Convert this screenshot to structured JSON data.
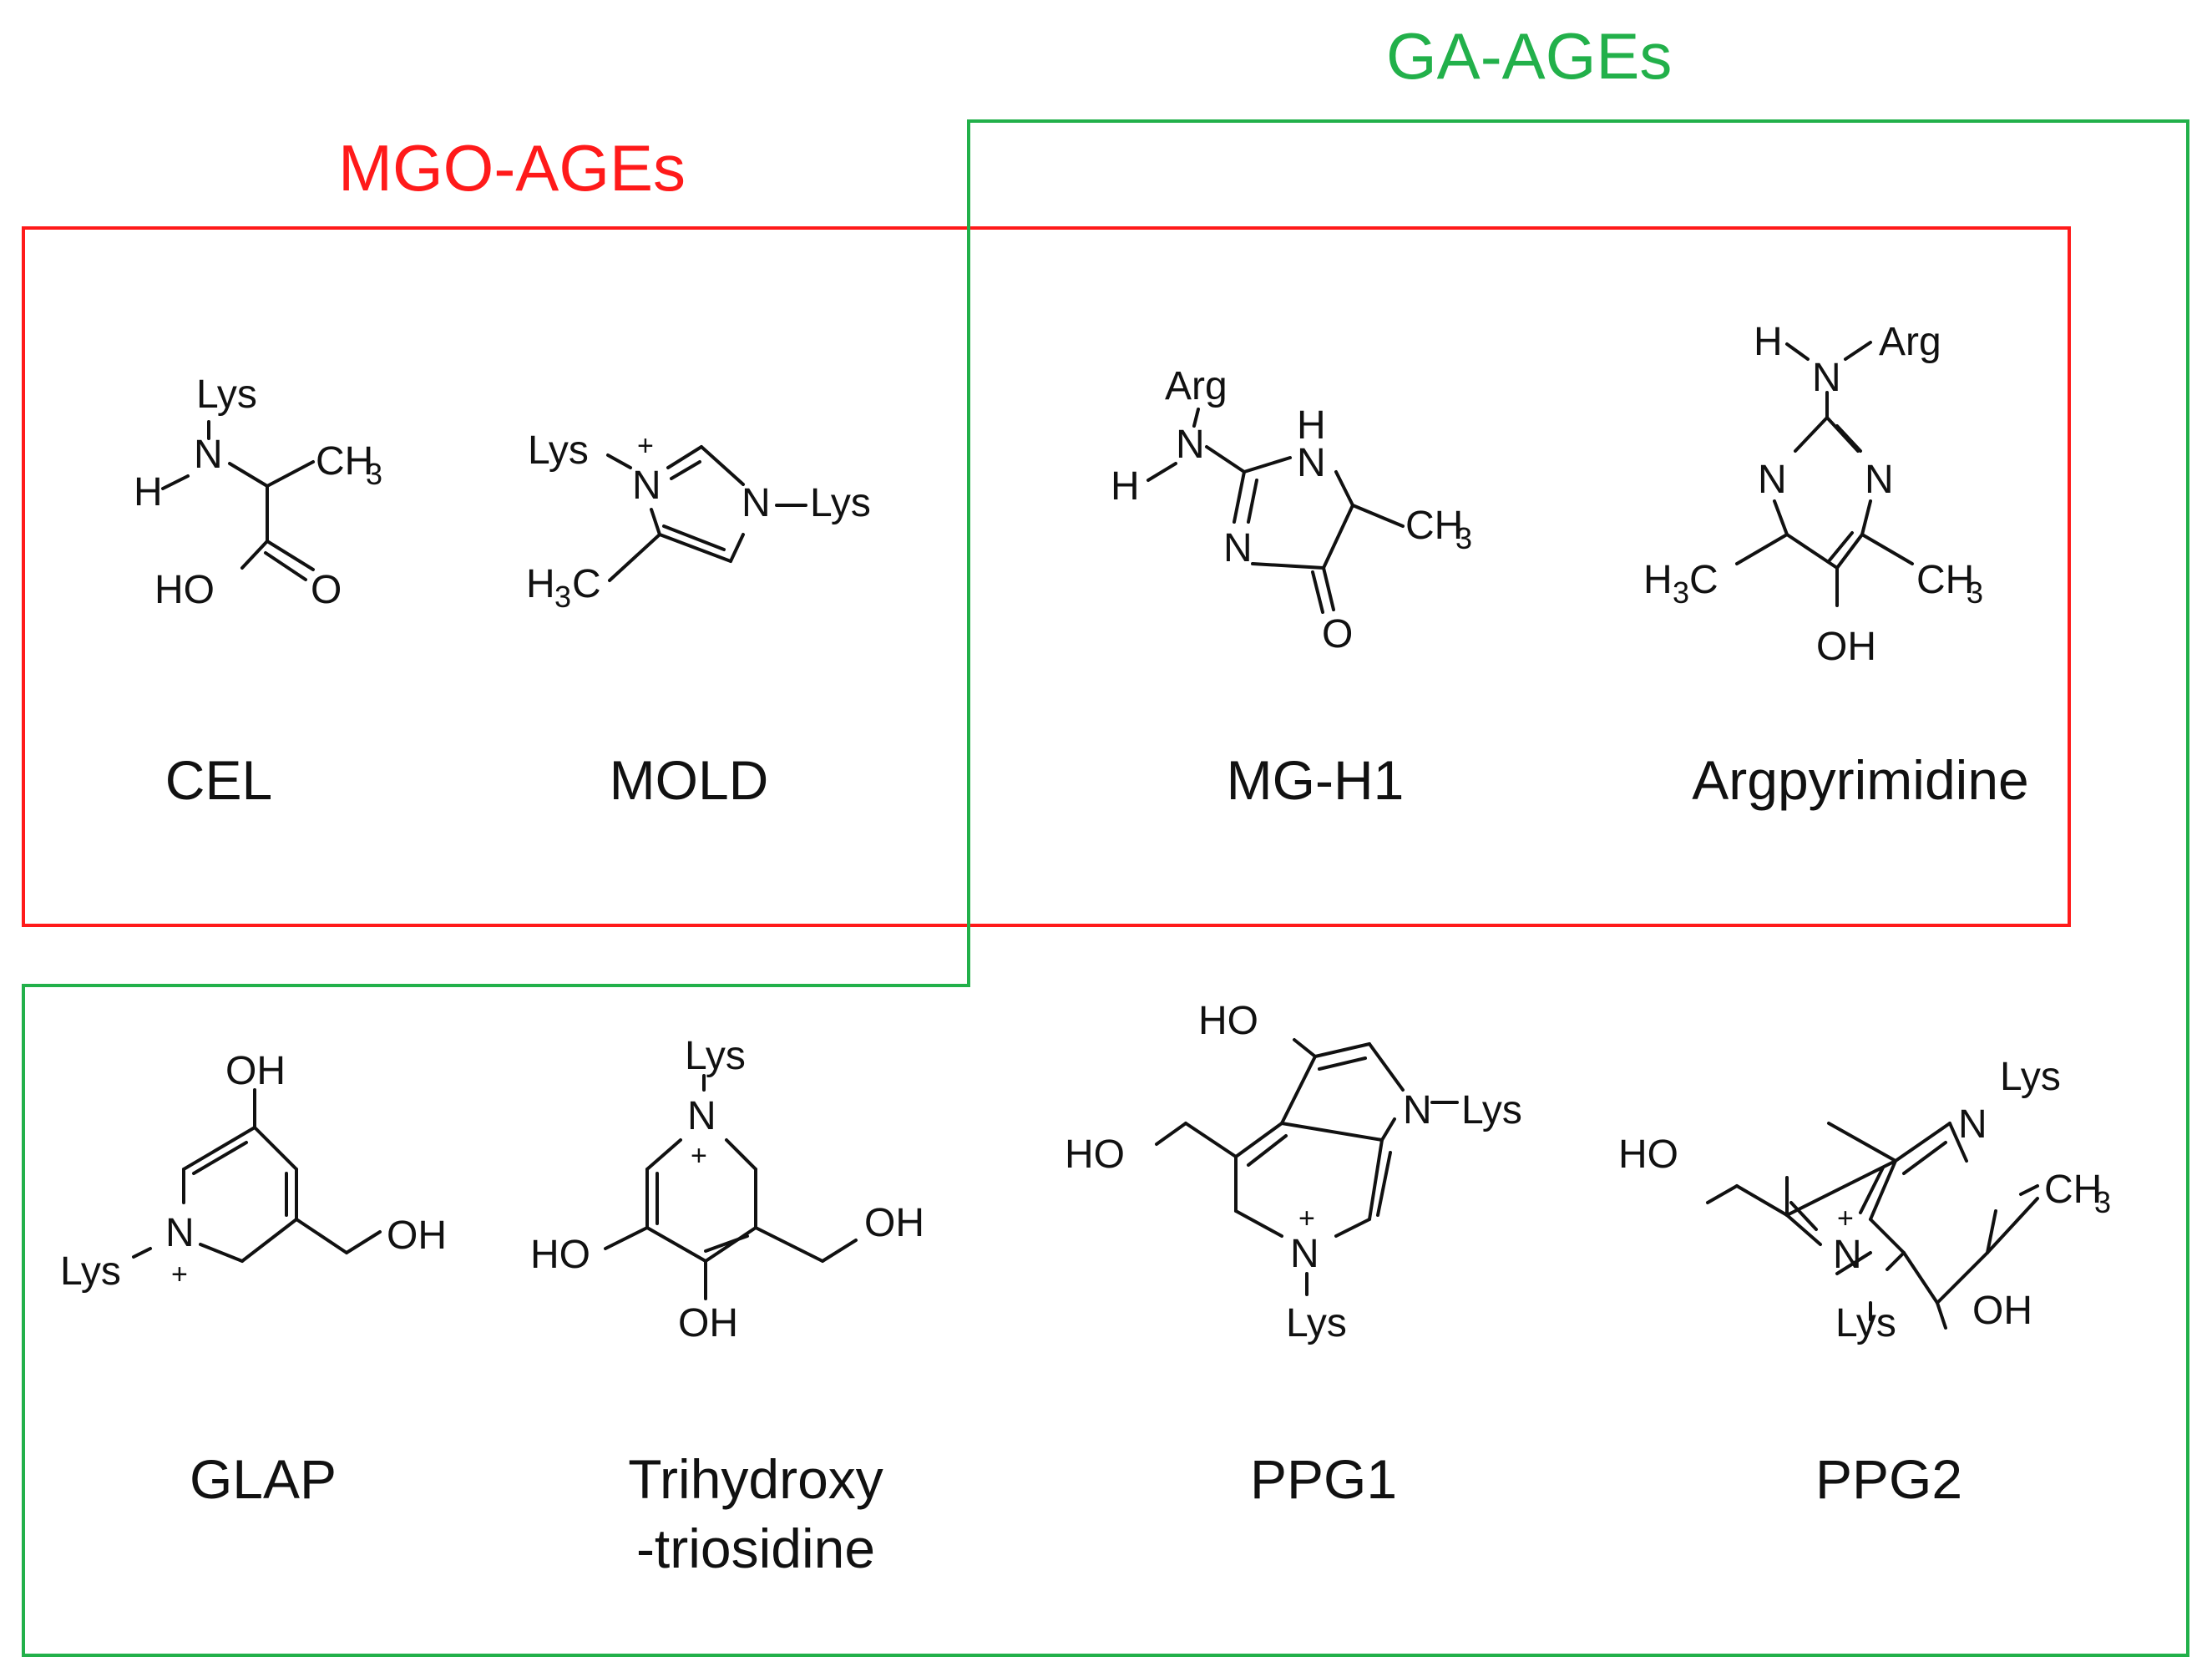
{
  "groups": {
    "mgo": {
      "label": "MGO-AGEs",
      "color": "#ff1a1a"
    },
    "ga": {
      "label": "GA-AGEs",
      "color": "#22b04a"
    }
  },
  "compounds": [
    {
      "id": "cel",
      "name": "CEL",
      "group": "MGO-AGEs"
    },
    {
      "id": "mold",
      "name": "MOLD",
      "group": "MGO-AGEs"
    },
    {
      "id": "mgh1",
      "name": "MG-H1",
      "group": "MGO-AGEs + GA-AGEs"
    },
    {
      "id": "argpyrimidine",
      "name": "Argpyrimidine",
      "group": "MGO-AGEs + GA-AGEs"
    },
    {
      "id": "glap",
      "name": "GLAP",
      "group": "GA-AGEs"
    },
    {
      "id": "tht",
      "name_line1": "Trihydroxy",
      "name_line2": "-triosidine",
      "group": "GA-AGEs"
    },
    {
      "id": "ppg1",
      "name": "PPG1",
      "group": "GA-AGEs"
    },
    {
      "id": "ppg2",
      "name": "PPG2",
      "group": "GA-AGEs"
    }
  ],
  "atoms": {
    "lys": "Lys",
    "arg": "Arg",
    "h": "H",
    "n": "N",
    "o": "O",
    "oh": "OH",
    "ho": "HO",
    "ch": "CH",
    "c": "C",
    "three": "3",
    "plus": "+"
  },
  "colors": {
    "ink": "#111111"
  }
}
